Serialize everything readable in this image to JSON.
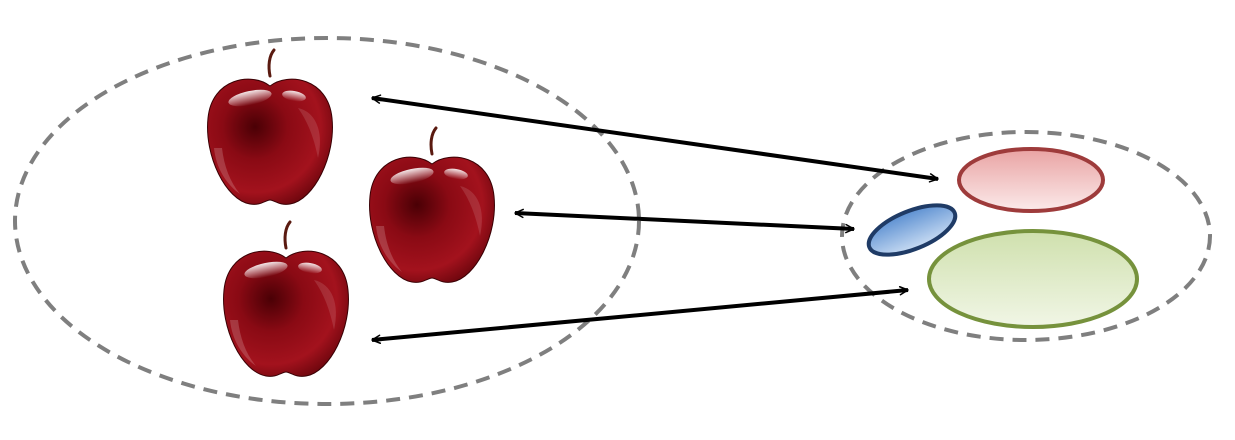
{
  "diagram": {
    "description_labels": [],
    "left_group": {
      "item_icon": "apple-icon",
      "item_count": 3,
      "border_color": "#7f7f7f"
    },
    "right_group": {
      "border_color": "#7f7f7f",
      "regions": [
        {
          "name": "red-region",
          "fill": "#f2c4c4",
          "stroke": "#9e3b3b"
        },
        {
          "name": "blue-region",
          "fill": "#8fb3e0",
          "stroke": "#1f3b66"
        },
        {
          "name": "green-region",
          "fill": "#dbe8c4",
          "stroke": "#76923c"
        }
      ]
    },
    "arrow_color": "#000000",
    "mappings": [
      {
        "from": "apple-1",
        "to": "red-region"
      },
      {
        "from": "apple-2",
        "to": "blue-region"
      },
      {
        "from": "apple-3",
        "to": "green-region"
      }
    ]
  }
}
